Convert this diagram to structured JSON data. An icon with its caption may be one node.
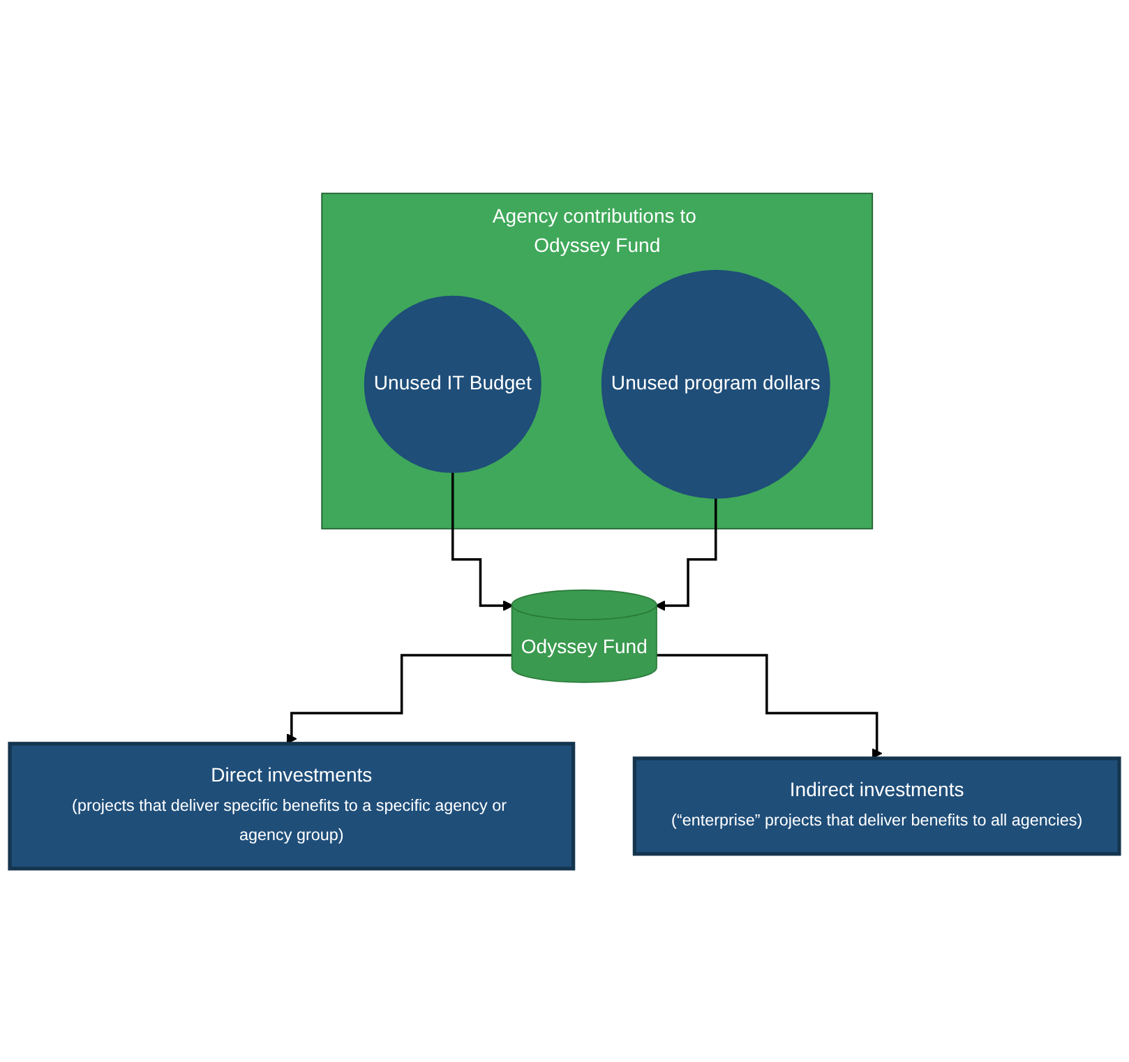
{
  "diagram": {
    "nodes": [
      {
        "text": [
          "Agency contributions to Odyssey Fund"
        ]
      },
      {
        "text": [
          "Unused IT Budget"
        ],
        "in": 0
      },
      {
        "text": [
          "Unused program dollars"
        ],
        "in": 0
      },
      {
        "text": [
          "Odyssey Fund"
        ]
      },
      {
        "text": [
          "Direct investments",
          "(projects that deliver specific benefits to a specific agency or agency group)"
        ]
      },
      {
        "text": [
          "Indirect investments",
          "(“enterprise” projects that deliver benefits to all agencies)"
        ]
      }
    ],
    "edges": [
      {
        "from": 1,
        "to": 3,
        "arrow": "to"
      },
      {
        "from": 2,
        "to": 3,
        "arrow": "to"
      },
      {
        "from": 3,
        "to": 4,
        "arrow": "to"
      },
      {
        "from": 3,
        "to": 5,
        "arrow": "to"
      }
    ]
  }
}
